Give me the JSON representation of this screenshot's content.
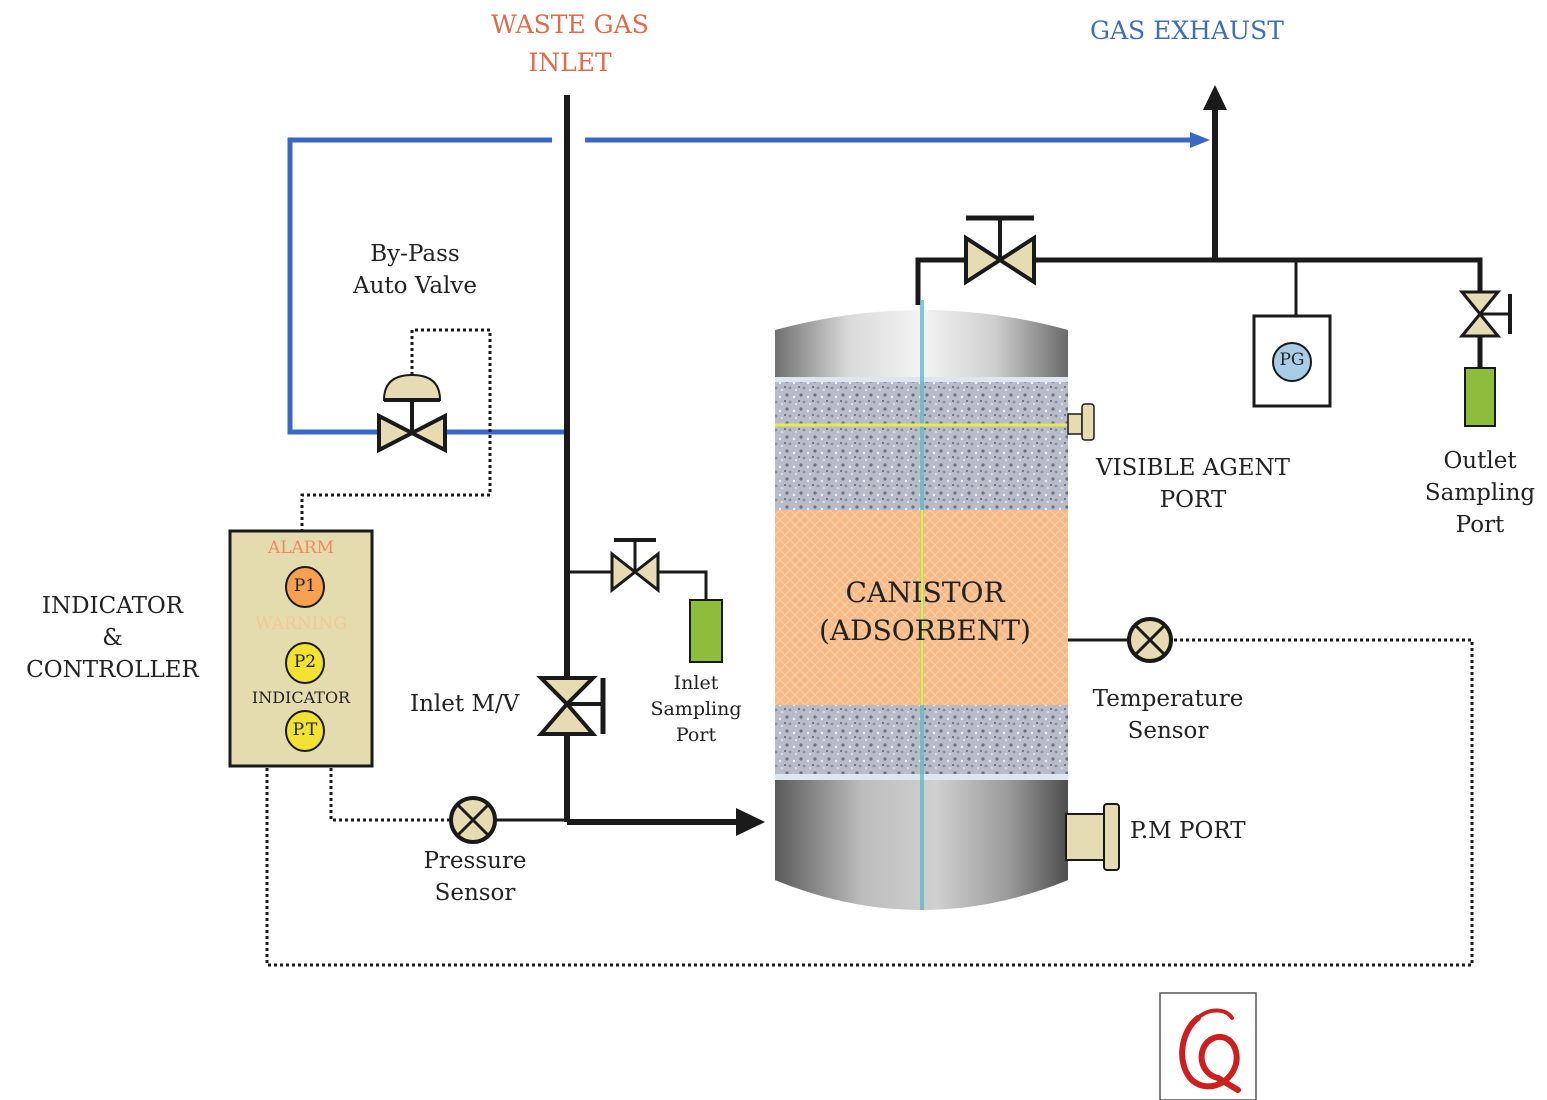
{
  "labels": {
    "waste_gas_inlet_1": "WASTE GAS",
    "waste_gas_inlet_2": "INLET",
    "gas_exhaust": "GAS EXHAUST",
    "bypass_1": "By-Pass",
    "bypass_2": "Auto Valve",
    "indicator_1": "INDICATOR",
    "indicator_2": "&",
    "indicator_3": "CONTROLLER",
    "alarm": "ALARM",
    "warning": "WARNING",
    "panel_indicator": "INDICATOR",
    "p1": "P1",
    "p2": "P2",
    "pt": "P.T",
    "inlet_mv": "Inlet M/V",
    "inlet_sampling_1": "Inlet",
    "inlet_sampling_2": "Sampling",
    "inlet_sampling_3": "Port",
    "pressure_1": "Pressure",
    "pressure_2": "Sensor",
    "canistor_1": "CANISTOR",
    "canistor_2": "(ADSORBENT)",
    "visible_1": "VISIBLE AGENT",
    "visible_2": "PORT",
    "pg": "PG",
    "outlet_1": "Outlet",
    "outlet_2": "Sampling",
    "outlet_3": "Port",
    "temp_1": "Temperature",
    "temp_2": "Sensor",
    "pm_port": "P.M PORT"
  },
  "colors": {
    "bypass_line": "#3a66c4",
    "pipe": "#1a1a1a",
    "title_red": "#e06a4a",
    "title_blue": "#3c6fb4",
    "valve_fill": "#e6dcb4",
    "controller_fill": "#e4dcae",
    "adsorbent": "#f4b47c",
    "sampling_green": "#8cbe3c",
    "p1_fill": "#f6a050",
    "p2_fill": "#f2e234"
  },
  "icons": {
    "logo": "red-script-q-logo"
  }
}
